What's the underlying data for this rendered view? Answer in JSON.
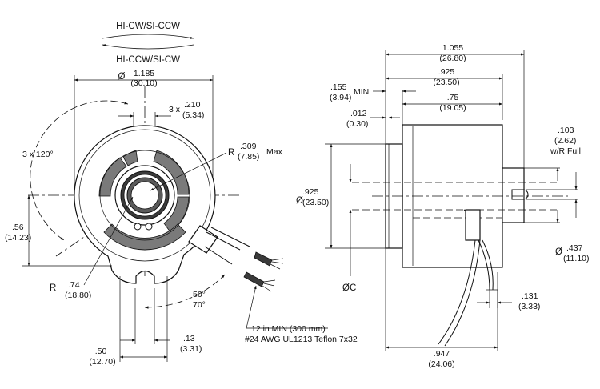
{
  "front_view": {
    "rotation_cw_label": "HI-CW/SI-CCW",
    "rotation_ccw_label": "HI-CCW/SI-CW",
    "diameter_symbol": "Ø",
    "diameter_in": "1.185",
    "diameter_mm": "(30.10)",
    "slot_width_prefix": "3 x",
    "slot_width_in": ".210",
    "slot_width_mm": "(5.34)",
    "slot_angle": "3 x 120°",
    "radius_symbol": "R",
    "radius_in": ".309",
    "radius_mm": "(7.85)",
    "radius_max": "Max",
    "height_in": ".56",
    "height_mm": "(14.23)",
    "body_radius_symbol": "R",
    "body_radius_in": ".74",
    "body_radius_mm": "(18.80)",
    "wire_angle_1": "50°",
    "wire_angle_2": "70°",
    "tab_width_in": ".13",
    "tab_width_mm": "(3.31)",
    "spacing_in": ".50",
    "spacing_mm": "(12.70)",
    "wire_length_note": "12 in MIN (300 mm)",
    "wire_spec_note": "#24 AWG UL1213 Teflon 7x32"
  },
  "side_view": {
    "overall_length_in": "1.055",
    "overall_length_mm": "(26.80)",
    "body_length_in": ".925",
    "body_length_mm": "(23.50)",
    "min_label_in": ".155",
    "min_label_suffix": "MIN",
    "min_label_mm": "(3.94)",
    "shaft_length_in": ".75",
    "shaft_length_mm": "(19.05)",
    "flange_in": ".012",
    "flange_mm": "(0.30)",
    "flat_in": ".103",
    "flat_mm": "(2.62)",
    "flat_note": "w/R Full",
    "body_diameter_in": ".925",
    "body_diameter_mm": "(23.50)",
    "shaft_diameter_in": ".437",
    "shaft_diameter_mm": "(11.10)",
    "center_label": "ØC",
    "gap_in": ".131",
    "gap_mm": "(3.33)",
    "depth_in": ".947",
    "depth_mm": "(24.06)"
  }
}
